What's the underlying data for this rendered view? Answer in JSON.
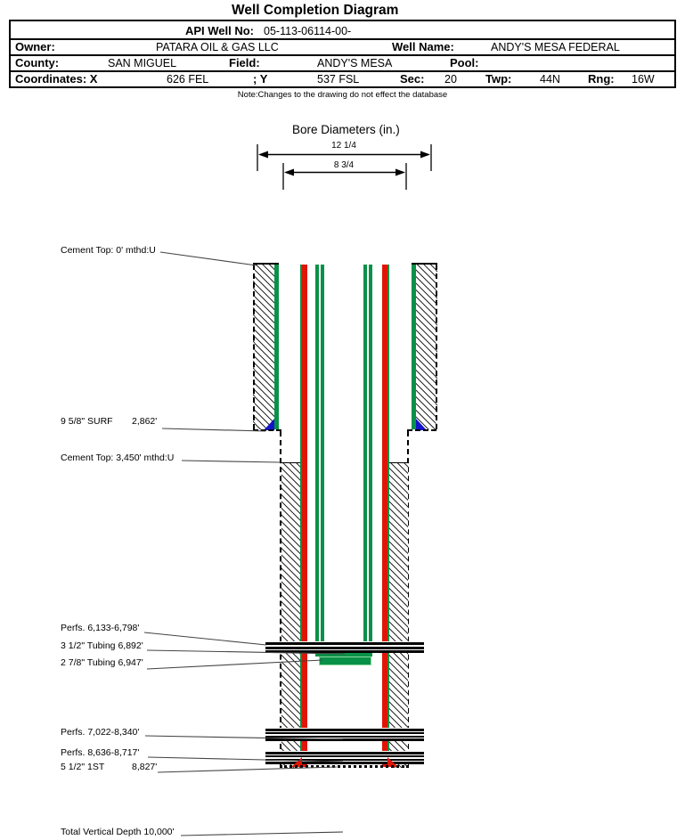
{
  "title": "Well Completion Diagram",
  "table": {
    "api_label": "API Well No:",
    "api_value": "05-113-06114-00-",
    "owner_label": "Owner:",
    "owner_value": "PATARA OIL & GAS LLC",
    "well_name_label": "Well Name:",
    "well_name_value": "ANDY'S MESA FEDERAL",
    "county_label": "County:",
    "county_value": "SAN MIGUEL",
    "field_label": "Field:",
    "field_value": "ANDY'S MESA",
    "pool_label": "Pool:",
    "pool_value": "",
    "coordinates_label": "Coordinates: X",
    "x_value": "626 FEL",
    "y_label": "; Y",
    "y_value": "537 FSL",
    "sec_label": "Sec:",
    "sec_value": "20",
    "twp_label": "Twp:",
    "twp_value": "44N",
    "rng_label": "Rng:",
    "rng_value": "16W"
  },
  "note": "Note:Changes to the drawing do not effect the database",
  "bore": {
    "title": "Bore Diameters (in.)",
    "outer_label": "12 1/4",
    "inner_label": "8 3/4"
  },
  "annotations": {
    "cement_top_0": "Cement Top: 0' mthd:U",
    "surf_name": "9 5/8\" SURF",
    "surf_depth": "2,862'",
    "cement_top_3450": "Cement Top: 3,450' mthd:U",
    "perfs1": "Perfs. 6,133-6,798'",
    "tubing35": "3 1/2\" Tubing 6,892'",
    "tubing278": "2 7/8\" Tubing 6,947'",
    "perfs2": "Perfs. 7,022-8,340'",
    "perfs3": "Perfs. 8,636-8,717'",
    "prod_name": "5 1/2\" 1ST",
    "prod_depth": "8,827'",
    "tvd": "Total Vertical Depth 10,000'"
  },
  "colors": {
    "green": "#0a9148",
    "lightgreen": "#8fd99f",
    "red": "#e01505",
    "blue": "#1414cc",
    "leader": "#444444"
  }
}
